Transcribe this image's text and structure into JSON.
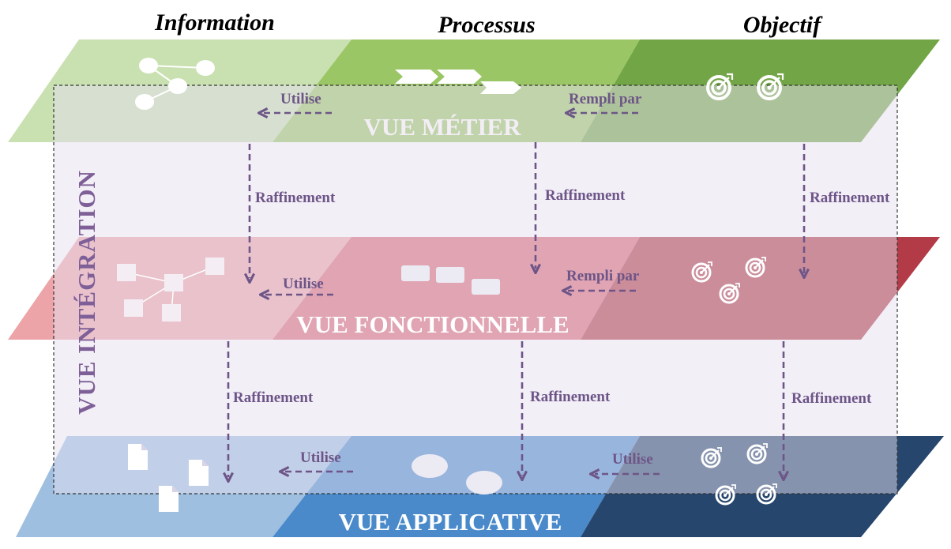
{
  "columns": {
    "information": "Information",
    "processus": "Processus",
    "objectif": "Objectif"
  },
  "views": {
    "metier": "VUE MÉTIER",
    "fonctionnelle": "VUE FONCTIONNELLE",
    "applicative": "VUE APPLICATIVE",
    "integration": "VUE INTÉGRATION"
  },
  "relations": {
    "utilise": "Utilise",
    "rempli_par": "Rempli par",
    "raffinement": "Raffinement"
  },
  "colors": {
    "metier": [
      "#c9e0b0",
      "#9bc665",
      "#72a546"
    ],
    "fonctionnelle": [
      "#eca4a8",
      "#db6876",
      "#b23b47"
    ],
    "applicative": [
      "#9fbfe0",
      "#4a8acb",
      "#26466d"
    ],
    "integration_overlay": "#e6dff0",
    "arrow": "#6d5587"
  },
  "icons": [
    "network-icon",
    "chevron-process-icon",
    "target-icon",
    "block-graph-icon",
    "block-process-icon",
    "document-icon",
    "ellipse-icon"
  ]
}
